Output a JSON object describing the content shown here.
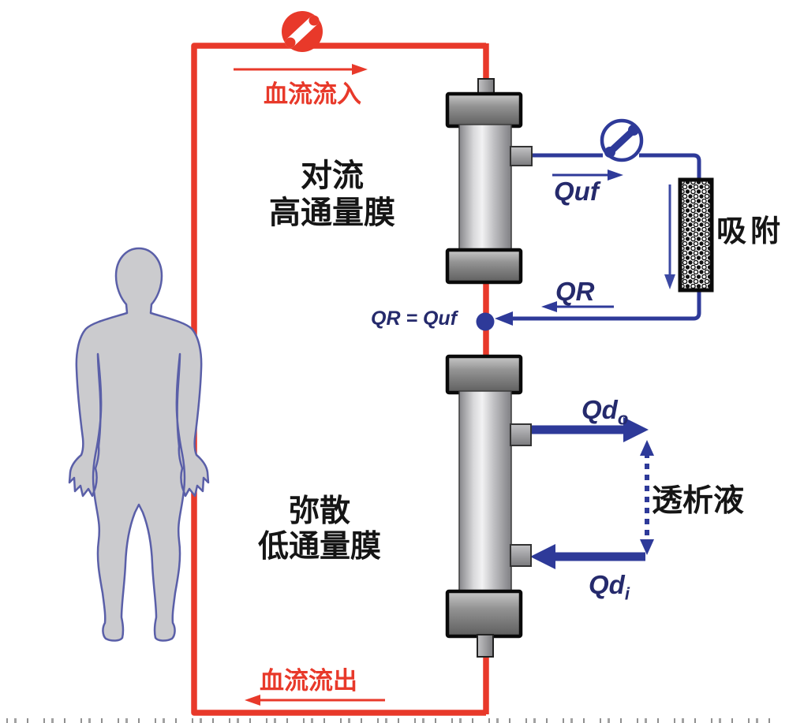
{
  "diagram": {
    "blood_in_label": "血流流入",
    "blood_out_label": "血流流出",
    "top_membrane_line1": "对流",
    "top_membrane_line2": "高通量膜",
    "bottom_membrane_line1": "弥散",
    "bottom_membrane_line2": "低通量膜",
    "adsorption_label": "吸附",
    "dialysate_label": "透析液",
    "quf_label": "Quf",
    "qr_label": "QR",
    "junction_label": "QR = Quf",
    "qd_out_main": "Qd",
    "qd_out_sub": "o",
    "qd_in_main": "Qd",
    "qd_in_sub": "i"
  },
  "colors": {
    "blood_red": "#e8392a",
    "flow_blue": "#2e3a99",
    "label_navy": "#252a6c",
    "text_black": "#151515"
  }
}
